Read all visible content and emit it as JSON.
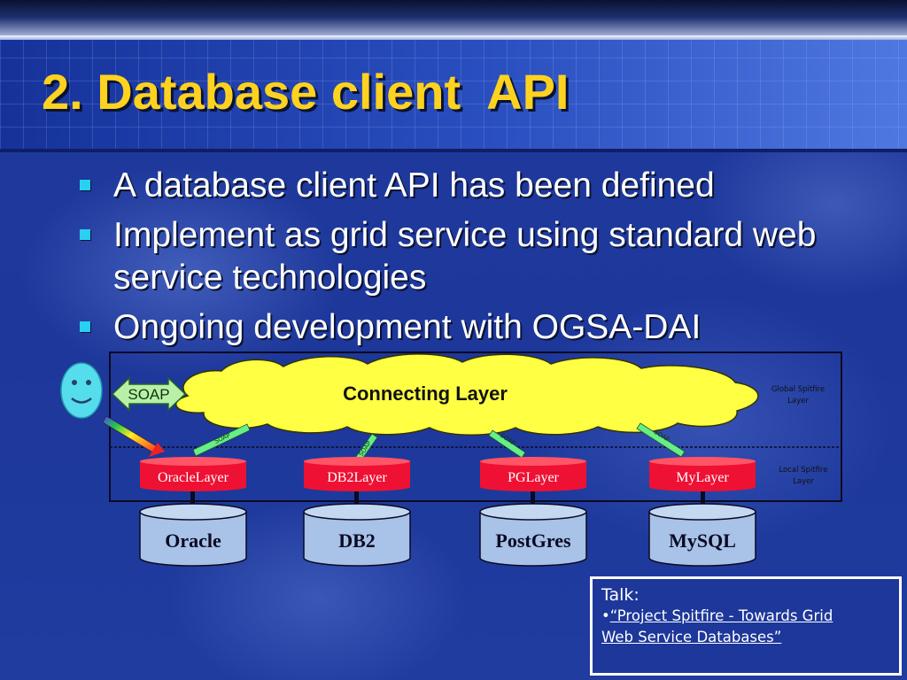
{
  "slide": {
    "title": "2. Database client  API"
  },
  "bullets": [
    {
      "text": "A database client API has been defined"
    },
    {
      "text": "Implement as grid service using standard web service technologies"
    },
    {
      "text": "Ongoing development with OGSA-DAI"
    }
  ],
  "diagram": {
    "user_icon": "smiley-face-icon",
    "soap_arrow": "SOAP",
    "connecting_layer": "Connecting Layer",
    "global_layer": [
      "Global Spitfire",
      "Layer"
    ],
    "local_layer": [
      "Local Spitfire",
      "Layer"
    ],
    "layers": [
      "OracleLayer",
      "DB2Layer",
      "PGLayer",
      "MyLayer"
    ],
    "databases": [
      "Oracle",
      "DB2",
      "PostGres",
      "MySQL"
    ],
    "connector_labels": [
      "SOAP",
      "SOAP",
      "SOAP",
      "SOAP"
    ],
    "colors": {
      "cloud": "#ffff44",
      "layer_cylinder": "#ee1133",
      "db_cylinder": "#a8c2e8",
      "connector": "#66ee88",
      "soap_arrow": "#b8f0a8"
    }
  },
  "talk": {
    "label": "Talk:",
    "bullet": "•",
    "link_line1": "“Project Spitfire - Towards Grid ",
    "link_line2": "Web Service Databases”"
  }
}
